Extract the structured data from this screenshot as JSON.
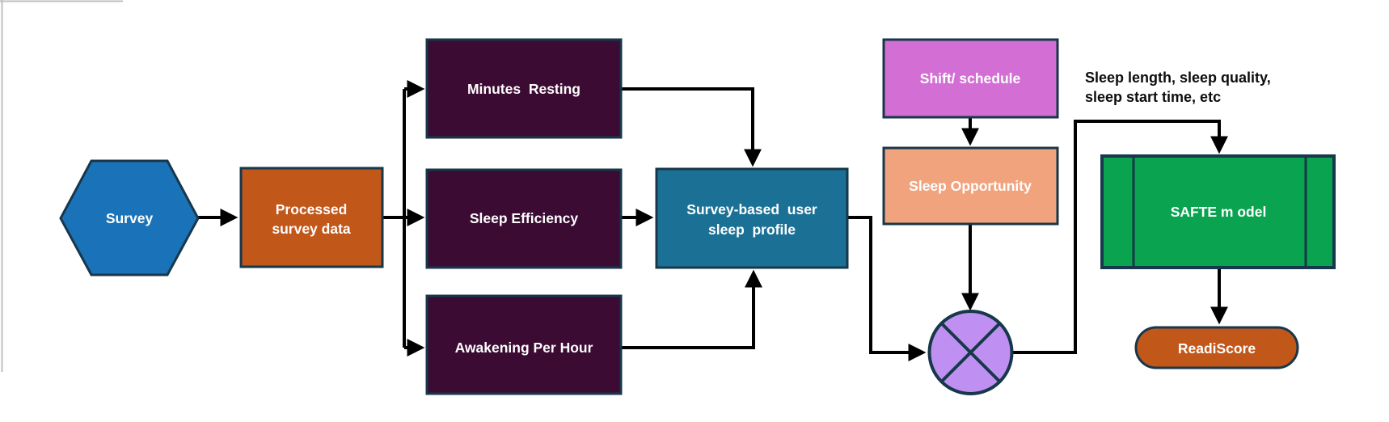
{
  "diagram": {
    "nodes": {
      "survey": {
        "label": "Survey",
        "shape": "hexagon"
      },
      "processed": {
        "line1": "Processed",
        "line2": "survey data",
        "shape": "rectangle"
      },
      "minutes_resting": {
        "label": "Minutes  Resting",
        "shape": "rectangle"
      },
      "sleep_efficiency": {
        "label": "Sleep Efficiency",
        "shape": "rectangle"
      },
      "awakening_per_hour": {
        "label": "Awakening Per Hour",
        "shape": "rectangle"
      },
      "sleep_profile": {
        "line1": "Survey-based  user",
        "line2": "sleep  profile",
        "shape": "rectangle"
      },
      "shift_schedule": {
        "label": "Shift/ schedule",
        "shape": "rectangle"
      },
      "sleep_opportunity": {
        "label": "Sleep Opportunity",
        "shape": "rectangle"
      },
      "multiply_junction": {
        "symbol": "circle-with-x",
        "label": ""
      },
      "safte_model": {
        "label": "SAFTE m odel",
        "shape": "predefined-process"
      },
      "readiscore": {
        "label": "ReadiScore",
        "shape": "stadium"
      }
    },
    "annotation": {
      "line1": "Sleep length, sleep quality,",
      "line2": "sleep start time, etc"
    },
    "colors": {
      "survey_blue": "#1a73b8",
      "processed_orange": "#c2571a",
      "metric_dark_purple": "#3b0b33",
      "profile_teal": "#1b7195",
      "shift_magenta": "#d36fd4",
      "opportunity_peach": "#f1a37e",
      "junction_purple": "#c08ff2",
      "safte_green": "#0aa350",
      "readiscore_orange": "#c2571a",
      "node_border": "#17374a",
      "connector_black": "#000000"
    }
  }
}
